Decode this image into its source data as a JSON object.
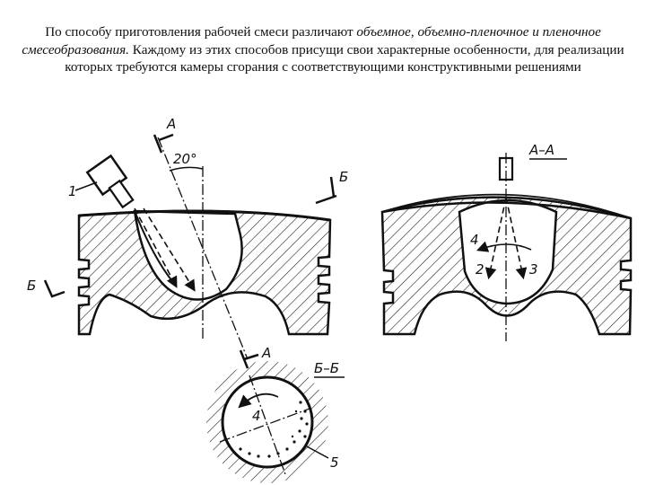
{
  "caption": {
    "part1": "По способу приготовления рабочей смеси различают ",
    "italic1": "объемное, объемно-пленочное и пленочное смесеобразования.",
    "part2": " Каждому из этих способов присущи свои характерные особенности, для реализации которых требуются камеры сгорания с соответствующими конструктивными решениями"
  },
  "diagram": {
    "left_view": {
      "section_mark_top": "А",
      "angle_label": "20°",
      "injector_label": "1",
      "section_mark_right": "Б",
      "section_mark_left": "Б",
      "section_mark_bottom": "А"
    },
    "right_view": {
      "title": "А–А",
      "flow_labels": [
        "4",
        "2",
        "3"
      ]
    },
    "bottom_view": {
      "title": "Б–Б",
      "swirl_label": "4",
      "film_label": "5"
    }
  }
}
